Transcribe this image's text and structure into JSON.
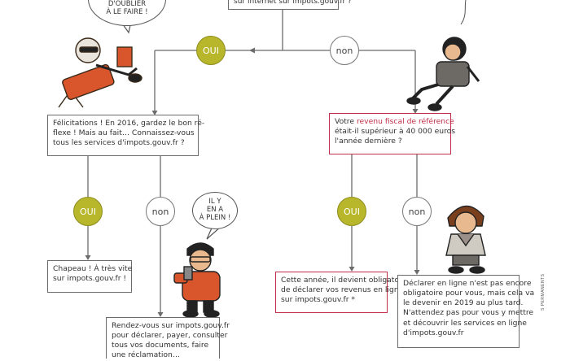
{
  "top_box": {
    "lines": [
      "sur internet sur impots.gouv.fr ?"
    ]
  },
  "top_bubble": {
    "lines": [
      "D'OUBLIER",
      "À LE FAIRE !"
    ]
  },
  "choice_labels": {
    "yes": "OUI",
    "no": "non"
  },
  "box_felicitations": {
    "lines": [
      "Félicitations ! En 2016, gardez le bon ré-",
      "flexe ! Mais au fait… Connaissez-vous",
      "tous les services d'impots.gouv.fr ?"
    ]
  },
  "box_revenu": {
    "prefix": "Votre ",
    "highlight": "revenu fiscal de référence",
    "lines": [
      "était-il supérieur à 40 000 euros",
      "l'année dernière ?"
    ]
  },
  "bubble_ilyen": {
    "lines": [
      "IL Y",
      "EN A",
      "À PLEIN !"
    ]
  },
  "box_chapeau": {
    "lines": [
      "Chapeau ! À très vite",
      "sur impots.gouv.fr !"
    ]
  },
  "box_obligatoire": {
    "lines": [
      "Cette année, il devient obligatoire",
      "de déclarer vos revenus en ligne",
      "sur impots.gouv.fr *"
    ]
  },
  "box_pas_encore": {
    "lines": [
      "Déclarer en ligne n'est pas encore",
      "obligatoire pour vous, mais cela va",
      "le devenir en 2019 au plus tard.",
      "N'attendez pas pour vous y mettre",
      "et découvrir les services en ligne",
      "d'impots.gouv.fr"
    ]
  },
  "box_rendez_vous": {
    "lines": [
      "Rendez-vous sur impots.gouv.fr",
      "pour déclarer, payer, consulter",
      "tous vos documents, faire",
      "une réclamation…"
    ]
  },
  "side_text": "S PERMANENTS",
  "colors": {
    "accent_red": "#c2304a",
    "oui_green": "#b8b62a",
    "line_gray": "#6b6b6b"
  }
}
